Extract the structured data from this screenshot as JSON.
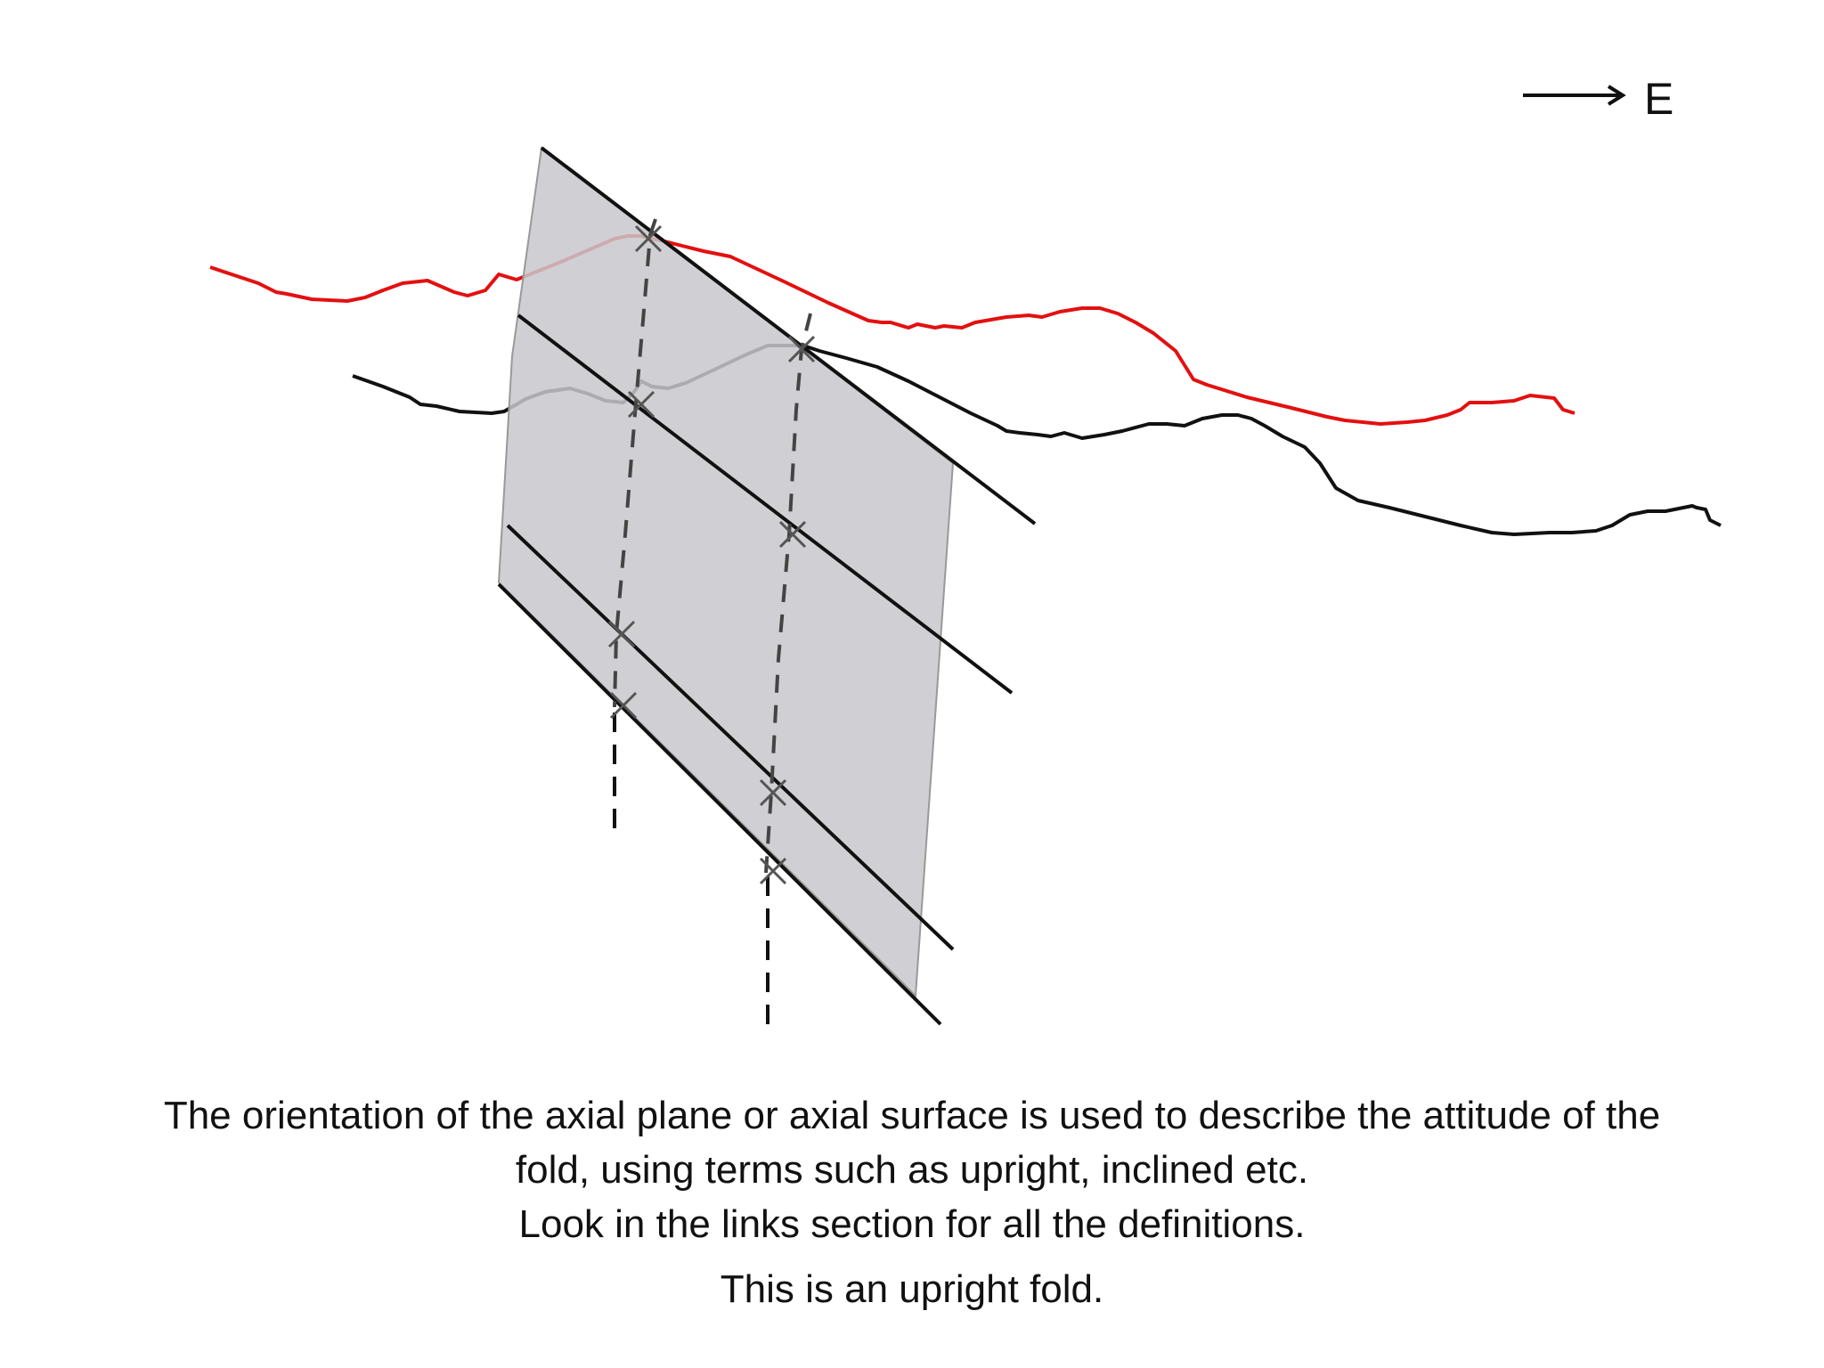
{
  "compass": {
    "direction_label": "E",
    "icon": "east-arrow-icon"
  },
  "caption": {
    "line1": "The orientation of the axial plane or axial surface is used to describe the attitude of the",
    "line2": "fold, using terms such as upright, inclined etc.",
    "line3": "Look in the links section for all the definitions.",
    "line4": "This is an upright fold."
  },
  "colors": {
    "upper_surface_trace": "#e31010",
    "lower_surface_trace": "#111111",
    "axial_plane_fill": "#c8c8cc",
    "dashed_lines": "#444444"
  }
}
